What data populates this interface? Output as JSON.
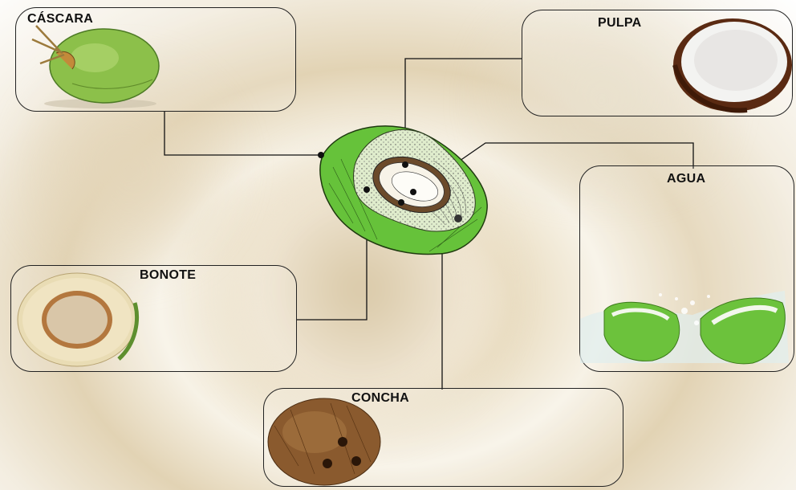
{
  "labels": {
    "cascara": "CÁSCARA",
    "pulpa": "PULPA",
    "agua": "AGUA",
    "bonote": "BONOTE",
    "concha": "CONCHA"
  }
}
